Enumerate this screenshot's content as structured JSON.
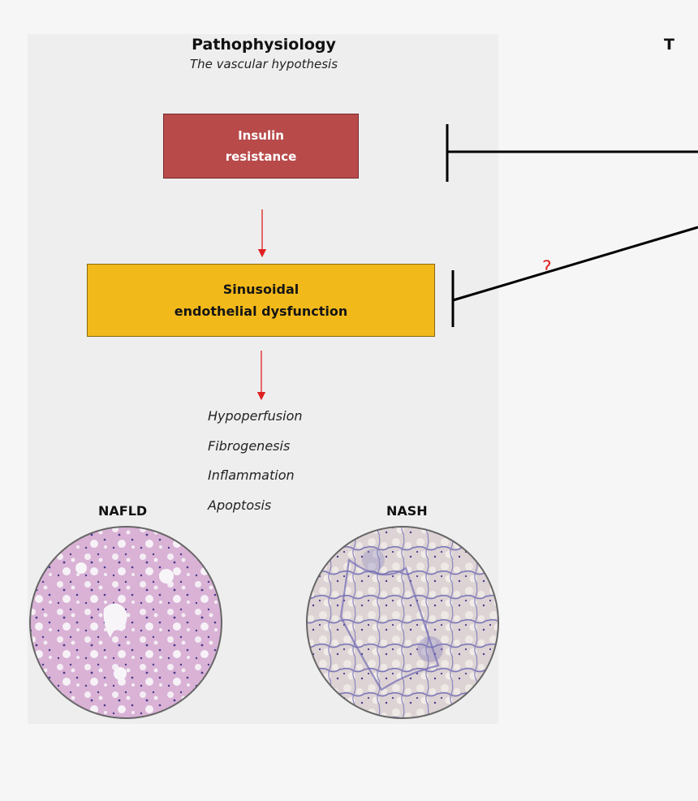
{
  "header": {
    "title": "Pathophysiology",
    "subtitle": "The vascular hypothesis",
    "right_cut_title": "T"
  },
  "boxes": {
    "insulin": {
      "line1": "Insulin",
      "line2": "resistance",
      "color": "#b84a4a"
    },
    "sinusoidal": {
      "line1": "Sinusoidal",
      "line2": "endothelial dysfunction",
      "color": "#f2b91a"
    }
  },
  "arrow_color": "#e02020",
  "question_mark": "?",
  "effects": [
    "Hypoperfusion",
    "Fibrogenesis",
    "Inflammation",
    "Apoptosis"
  ],
  "histology": {
    "left_label": "NAFLD",
    "right_label": "NASH"
  }
}
